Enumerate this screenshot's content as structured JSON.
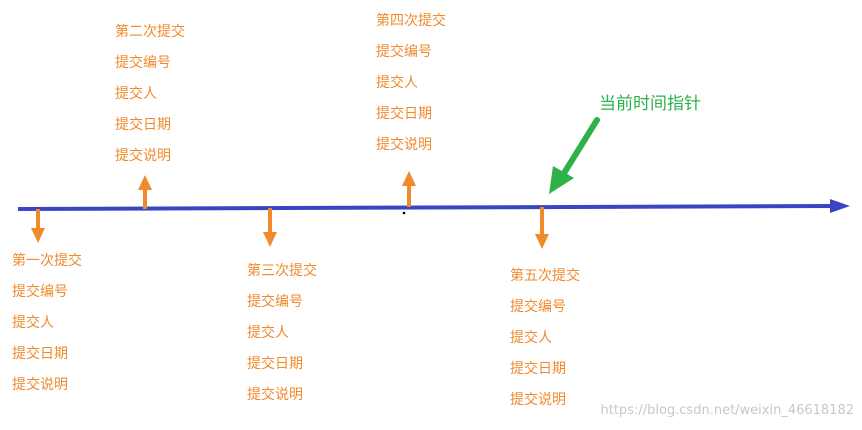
{
  "colors": {
    "timeline": "#3a45c4",
    "commit_arrow": "#f08a2c",
    "commit_text": "#f08a2c",
    "pointer": "#2db24a",
    "pointer_text": "#2db24a",
    "watermark": "#c8c8c8"
  },
  "commits": [
    {
      "title": "第一次提交",
      "fields": [
        "提交编号",
        "提交人",
        "提交日期",
        "提交说明"
      ],
      "arrow": "down"
    },
    {
      "title": "第二次提交",
      "fields": [
        "提交编号",
        "提交人",
        "提交日期",
        "提交说明"
      ],
      "arrow": "up"
    },
    {
      "title": "第三次提交",
      "fields": [
        "提交编号",
        "提交人",
        "提交日期",
        "提交说明"
      ],
      "arrow": "down"
    },
    {
      "title": "第四次提交",
      "fields": [
        "提交编号",
        "提交人",
        "提交日期",
        "提交说明"
      ],
      "arrow": "up"
    },
    {
      "title": "第五次提交",
      "fields": [
        "提交编号",
        "提交人",
        "提交日期",
        "提交说明"
      ],
      "arrow": "down"
    }
  ],
  "pointer": {
    "label": "当前时间指针",
    "icon": "green-arrow-icon"
  },
  "watermark": "https://blog.csdn.net/weixin_46618182"
}
